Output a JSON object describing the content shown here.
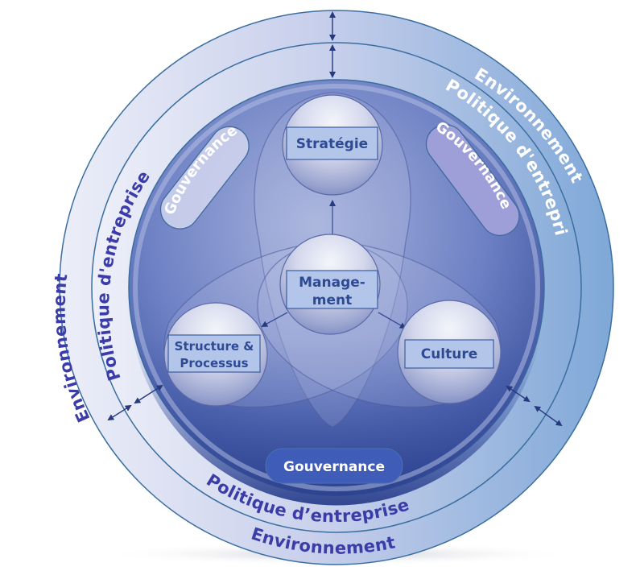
{
  "diagram": {
    "rings": {
      "outer_label": "Environnement",
      "middle_label": "Politique d’entreprise",
      "middle_label_top": "Politique d'entreprise"
    },
    "governance": {
      "label": "Gouvernance"
    },
    "nodes": {
      "strategy": "Stratégie",
      "management_line1": "Manage-",
      "management_line2": "ment",
      "structure_line1": "Structure &",
      "structure_line2": "Processus",
      "culture": "Culture"
    },
    "colors": {
      "ring_light_left": "#e6e6f4",
      "ring_light_right": "#8ab0dc",
      "core_blue": "#6c80c4",
      "core_dark": "#2e4590",
      "text_blue": "#3c3ca8",
      "governance_pill": "#3f5cb8",
      "box_fill": "#b3c6ea",
      "box_text": "#2e4a94"
    }
  }
}
